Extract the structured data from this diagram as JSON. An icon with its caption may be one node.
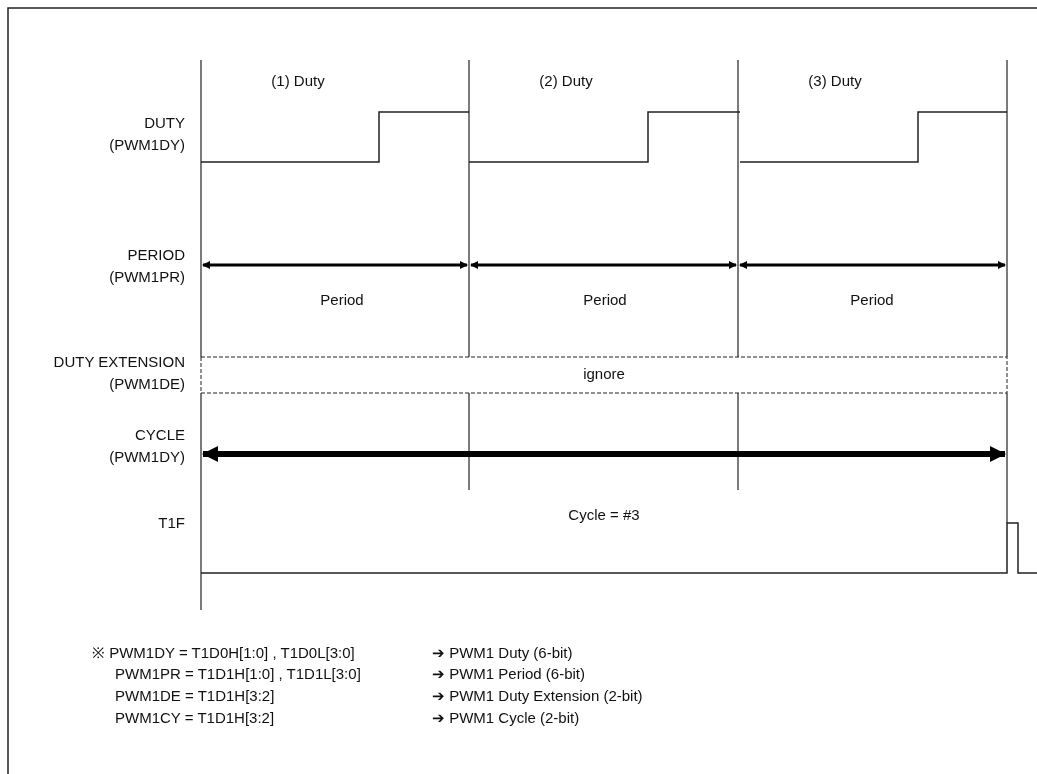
{
  "diagram": {
    "labels": [
      "(1) Duty",
      "(2) Duty",
      "(3) Duty",
      "DUTY (PWM1DY)",
      "PERIOD (PWM1PR)",
      "Period",
      "Period",
      "Period",
      "DUTY EXTENSION (PWM1DE)",
      "ignore",
      "CYCLE (PWM1DY)",
      "T1F",
      "Cycle = #3",
      "※ PWM1DY = T1D0H[1:0] , T1D0L[3:0]",
      "➔ PWM1 Duty (6-bit)",
      "PWM1PR = T1D1H[1:0] , T1D1L[3:0]",
      "➔ PWM1 Period (6-bit)",
      "PWM1DE = T1D1H[3:2]",
      "➔ PWM1 Duty Extension (2-bit)",
      "PWM1CY = T1D1H[3:2]",
      "➔ PWM1 Cycle (2-bit)"
    ]
  }
}
